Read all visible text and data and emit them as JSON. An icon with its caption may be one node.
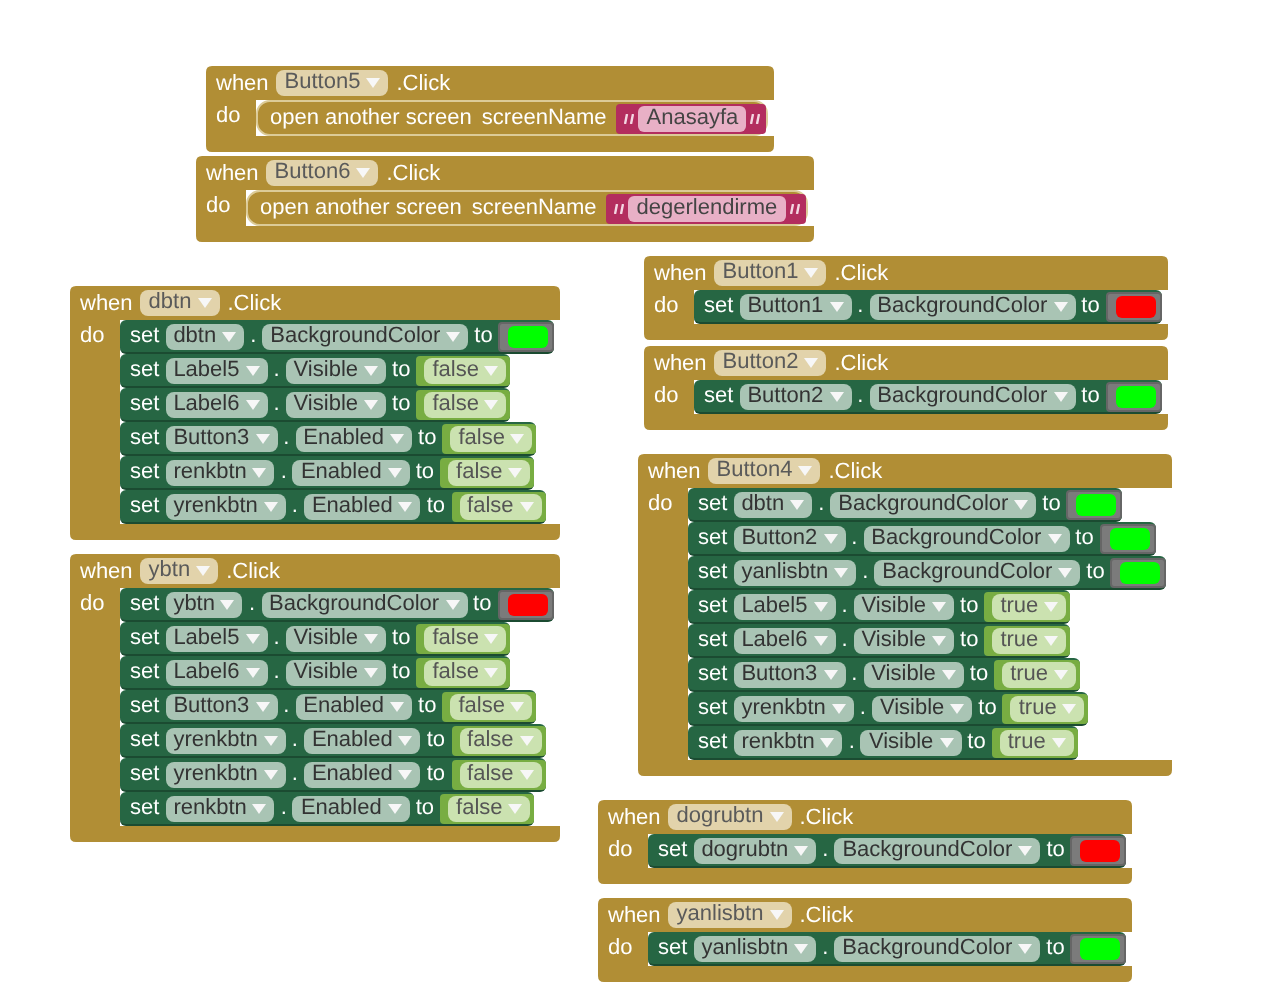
{
  "diagram": {
    "nodes": [
      {
        "text": [
          "when",
          "Button5",
          ".Click",
          "do"
        ]
      },
      {
        "text": [
          "open another screen",
          "screenName"
        ],
        "in": 0
      },
      {
        "text": [
          "Anasayfa"
        ],
        "in": 1
      },
      {
        "text": [
          "when",
          "Button6",
          ".Click",
          "do"
        ]
      },
      {
        "text": [
          "open another screen",
          "screenName"
        ],
        "in": 3
      },
      {
        "text": [
          "degerlendirme"
        ],
        "in": 4
      },
      {
        "text": [
          "when",
          "dbtn",
          ".Click",
          "do"
        ]
      },
      {
        "text": [
          "set",
          "dbtn",
          ".",
          "BackgroundColor",
          "to"
        ],
        "in": 6
      },
      {
        "text": [],
        "shape": "box",
        "in": 7
      },
      {
        "text": [
          "set",
          "Label5",
          ".",
          "Visible",
          "to"
        ],
        "in": 6
      },
      {
        "text": [
          "false"
        ],
        "in": 9
      },
      {
        "text": [
          "set",
          "Label6",
          ".",
          "Visible",
          "to"
        ],
        "in": 6
      },
      {
        "text": [
          "false"
        ],
        "in": 11
      },
      {
        "text": [
          "set",
          "Button3",
          ".",
          "Enabled",
          "to"
        ],
        "in": 6
      },
      {
        "text": [
          "false"
        ],
        "in": 13
      },
      {
        "text": [
          "set",
          "renkbtn",
          ".",
          "Enabled",
          "to"
        ],
        "in": 6
      },
      {
        "text": [
          "false"
        ],
        "in": 15
      },
      {
        "text": [
          "set",
          "yrenkbtn",
          ".",
          "Enabled",
          "to"
        ],
        "in": 6
      },
      {
        "text": [
          "false"
        ],
        "in": 17
      },
      {
        "text": [
          "when",
          "ybtn",
          ".Click",
          "do"
        ]
      },
      {
        "text": [
          "set",
          "ybtn",
          ".",
          "BackgroundColor",
          "to"
        ],
        "in": 19
      },
      {
        "text": [],
        "shape": "box",
        "in": 20
      },
      {
        "text": [
          "set",
          "Label5",
          ".",
          "Visible",
          "to"
        ],
        "in": 19
      },
      {
        "text": [
          "false"
        ],
        "in": 22
      },
      {
        "text": [
          "set",
          "Label6",
          ".",
          "Visible",
          "to"
        ],
        "in": 19
      },
      {
        "text": [
          "false"
        ],
        "in": 24
      },
      {
        "text": [
          "set",
          "Button3",
          ".",
          "Enabled",
          "to"
        ],
        "in": 19
      },
      {
        "text": [
          "false"
        ],
        "in": 26
      },
      {
        "text": [
          "set",
          "yrenkbtn",
          ".",
          "Enabled",
          "to"
        ],
        "in": 19
      },
      {
        "text": [
          "false"
        ],
        "in": 28
      },
      {
        "text": [
          "set",
          "yrenkbtn",
          ".",
          "Enabled",
          "to"
        ],
        "in": 19
      },
      {
        "text": [
          "false"
        ],
        "in": 30
      },
      {
        "text": [
          "set",
          "renkbtn",
          ".",
          "Enabled",
          "to"
        ],
        "in": 19
      },
      {
        "text": [
          "false"
        ],
        "in": 32
      },
      {
        "text": [
          "when",
          "Button1",
          ".Click",
          "do"
        ]
      },
      {
        "text": [
          "set",
          "Button1",
          ".",
          "BackgroundColor",
          "to"
        ],
        "in": 34
      },
      {
        "text": [],
        "shape": "box",
        "in": 35
      },
      {
        "text": [
          "when",
          "Button2",
          ".Click",
          "do"
        ]
      },
      {
        "text": [
          "set",
          "Button2",
          ".",
          "BackgroundColor",
          "to"
        ],
        "in": 37
      },
      {
        "text": [],
        "shape": "box",
        "in": 38
      },
      {
        "text": [
          "when",
          "Button4",
          ".Click",
          "do"
        ]
      },
      {
        "text": [
          "set",
          "dbtn",
          ".",
          "BackgroundColor",
          "to"
        ],
        "in": 40
      },
      {
        "text": [],
        "shape": "box",
        "in": 41
      },
      {
        "text": [
          "set",
          "Button2",
          ".",
          "BackgroundColor",
          "to"
        ],
        "in": 40
      },
      {
        "text": [],
        "shape": "box",
        "in": 43
      },
      {
        "text": [
          "set",
          "yanlisbtn",
          ".",
          "BackgroundColor",
          "to"
        ],
        "in": 40
      },
      {
        "text": [],
        "shape": "box",
        "in": 45
      },
      {
        "text": [
          "set",
          "Label5",
          ".",
          "Visible",
          "to"
        ],
        "in": 40
      },
      {
        "text": [
          "true"
        ],
        "in": 47
      },
      {
        "text": [
          "set",
          "Label6",
          ".",
          "Visible",
          "to"
        ],
        "in": 40
      },
      {
        "text": [
          "true"
        ],
        "in": 49
      },
      {
        "text": [
          "set",
          "Button3",
          ".",
          "Visible",
          "to"
        ],
        "in": 40
      },
      {
        "text": [
          "true"
        ],
        "in": 51
      },
      {
        "text": [
          "set",
          "yrenkbtn",
          ".",
          "Visible",
          "to"
        ],
        "in": 40
      },
      {
        "text": [
          "true"
        ],
        "in": 53
      },
      {
        "text": [
          "set",
          "renkbtn",
          ".",
          "Visible",
          "to"
        ],
        "in": 40
      },
      {
        "text": [
          "true"
        ],
        "in": 55
      },
      {
        "text": [
          "when",
          "dogrubtn",
          ".Click",
          "do"
        ]
      },
      {
        "text": [
          "set",
          "dogrubtn",
          ".",
          "BackgroundColor",
          "to"
        ],
        "in": 57
      },
      {
        "text": [],
        "shape": "box",
        "in": 58
      },
      {
        "text": [
          "when",
          "yanlisbtn",
          ".Click",
          "do"
        ]
      },
      {
        "text": [
          "set",
          "yanlisbtn",
          ".",
          "BackgroundColor",
          "to"
        ],
        "in": 60
      },
      {
        "text": [],
        "shape": "box",
        "in": 61
      }
    ]
  }
}
